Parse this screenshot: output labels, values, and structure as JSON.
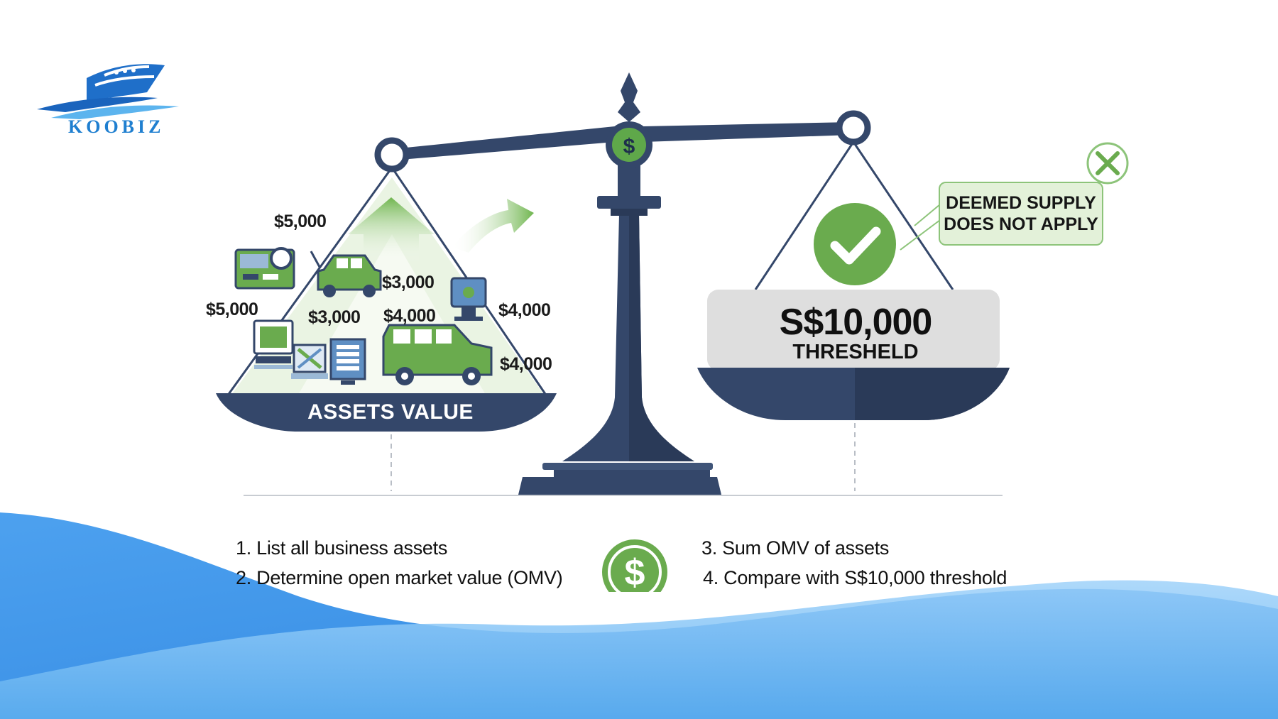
{
  "brand": {
    "name": "KOOBIZ"
  },
  "scale": {
    "pivot_icon": "dollar-coin-icon",
    "left_pan": {
      "label": "ASSETS VALUE",
      "price_tags": [
        "$5,000",
        "$3,000",
        "$5,000",
        "$3,000",
        "$4,000",
        "$4,000",
        "$4,000"
      ]
    },
    "right_pan": {
      "amount": "S$10,000",
      "label": "THRESHELD",
      "callout": {
        "line1": "DEEMED SUPPLY",
        "line2": "DOES NOT APPLY"
      }
    }
  },
  "steps": [
    {
      "text": "1. List all business assets"
    },
    {
      "text": "2. Determine open market value (OMV)"
    },
    {
      "text": "3. Sum OMV of assets"
    },
    {
      "text": "4. Compare with S$10,000 threshold"
    }
  ],
  "colors": {
    "navy": "#34476a",
    "green": "#6aab4e",
    "light_green": "#e3f1d9",
    "wave_blue": "#4ea2ee"
  }
}
